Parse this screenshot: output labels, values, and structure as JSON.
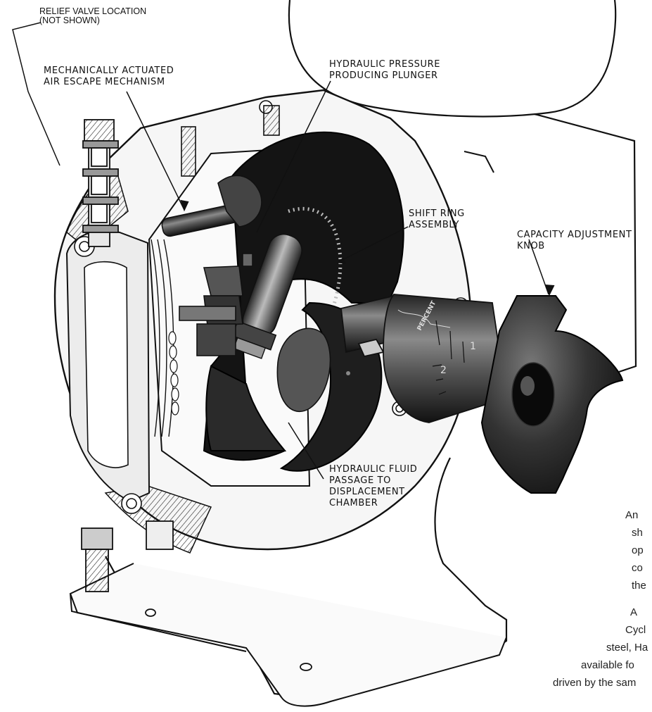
{
  "labels": {
    "relief_valve": [
      "RELIEF VALVE LOCATION",
      "(NOT SHOWN)"
    ],
    "air_escape": [
      "MECHANICALLY ACTUATED",
      "AIR ESCAPE MECHANISM"
    ],
    "plunger": [
      "HYDRAULIC PRESSURE",
      "PRODUCING PLUNGER"
    ],
    "shift_ring": [
      "SHIFT RING",
      "ASSEMBLY"
    ],
    "capacity_knob": [
      "CAPACITY ADJUSTMENT",
      "KNOB"
    ],
    "fluid_passage": [
      "HYDRAULIC FLUID",
      "PASSAGE TO",
      "DISPLACEMENT",
      "CHAMBER"
    ]
  },
  "dial": {
    "title": "PERCENT",
    "scale_marks": [
      "2",
      "1"
    ]
  },
  "text_fragments": [
    "An",
    "sh",
    "op",
    "co",
    "the",
    "A",
    "Cycl",
    "steel, Ha",
    "available fo",
    "driven by the sam"
  ]
}
